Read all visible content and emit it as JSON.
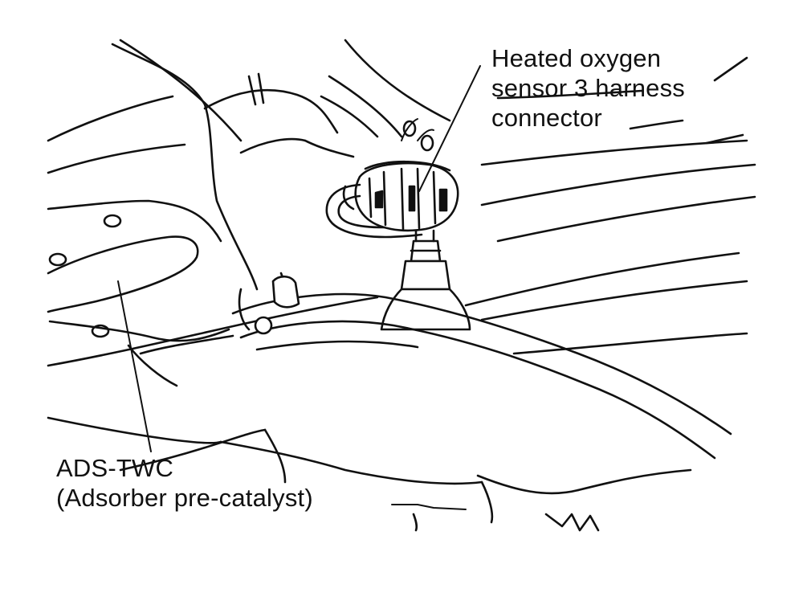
{
  "labels": {
    "sensor_connector": {
      "line1": "Heated oxygen",
      "line2": "sensor 3 harness",
      "line3": "connector"
    },
    "ads_twc": {
      "line1": "ADS-TWC",
      "line2": "(Adsorber pre-catalyst)"
    }
  },
  "colors": {
    "ink": "#111111",
    "paper": "#ffffff"
  }
}
